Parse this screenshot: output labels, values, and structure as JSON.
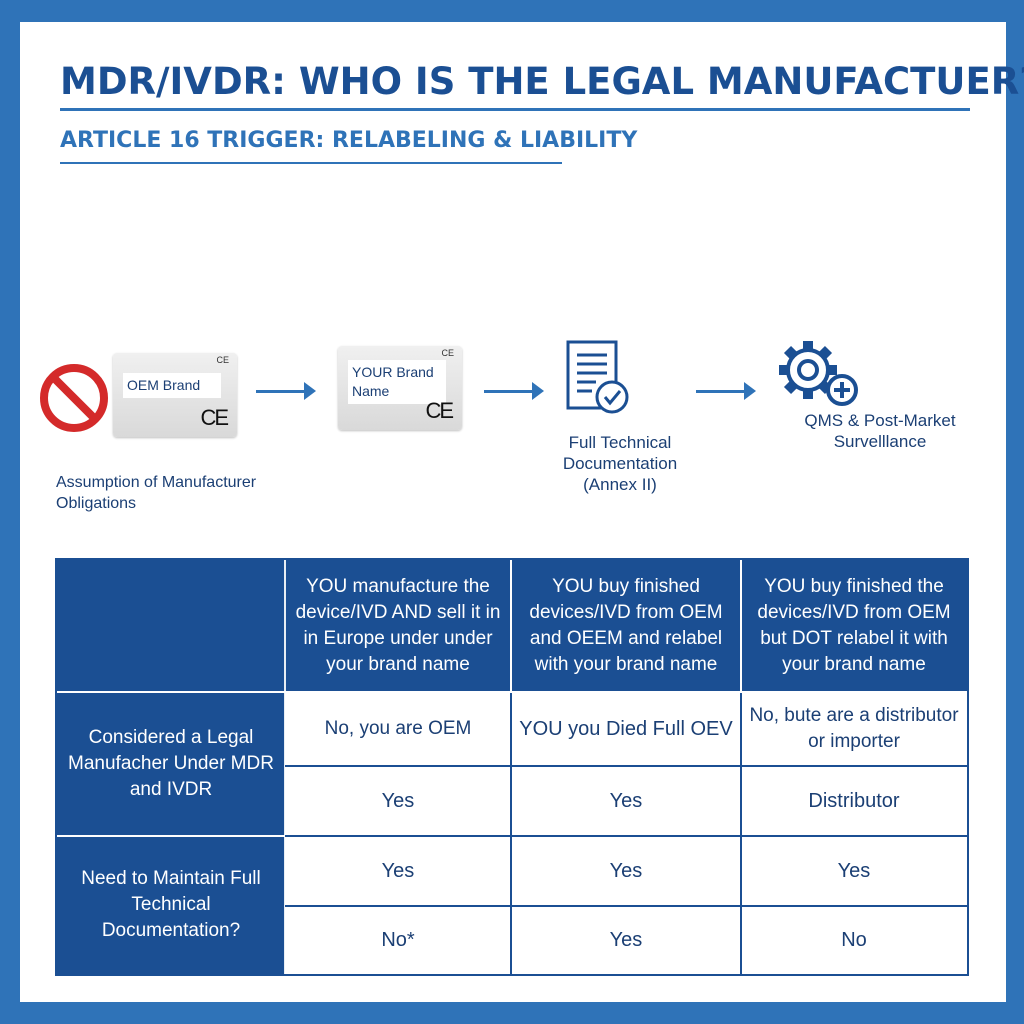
{
  "title": "MDR/IVDR: WHO IS THE LEGAL MANUFACTUER?",
  "subtitle": "ARTICLE 16 TRIGGER: RELABELING & LIABILITY",
  "flow": {
    "oem_box_label": "OEM Brand",
    "your_box_label": "YOUR Brand Name",
    "ce_mark": "CE",
    "ce_small": "CE",
    "assumption_text": "Assumption of Manufacturer Obligations",
    "tech_doc_text": "Full Technical Documentation (Annex II)",
    "qms_text": "QMS & Post-Market Survelllance",
    "icons": [
      "no-entry-icon",
      "document-check-icon",
      "gear-plus-icon"
    ],
    "colors": {
      "primary": "#1b4f93",
      "accent": "#2f73b8",
      "prohibit": "#d42a2a"
    }
  },
  "table": {
    "headers": [
      "",
      "YOU manufacture the device/IVD AND sell it in in Europe under under your brand name",
      "YOU buy finished devices/IVD from OEM and OEEM and relabel with your brand name",
      "YOU buy finished the devices/IVD from OEM but DOT relabel it with your brand name"
    ],
    "row_labels": [
      "Considered a Legal Manufacher Under MDR and IVDR",
      "Need to Maintain Full Technical Documentation?"
    ],
    "rows": [
      [
        "No, you are OEM",
        "YOU you Died Full OEV",
        "No, bute are a distributor or importer"
      ],
      [
        "Yes",
        "Yes",
        "Distributor"
      ],
      [
        "Yes",
        "Yes",
        "Yes"
      ],
      [
        "No*",
        "Yes",
        "No"
      ]
    ]
  }
}
